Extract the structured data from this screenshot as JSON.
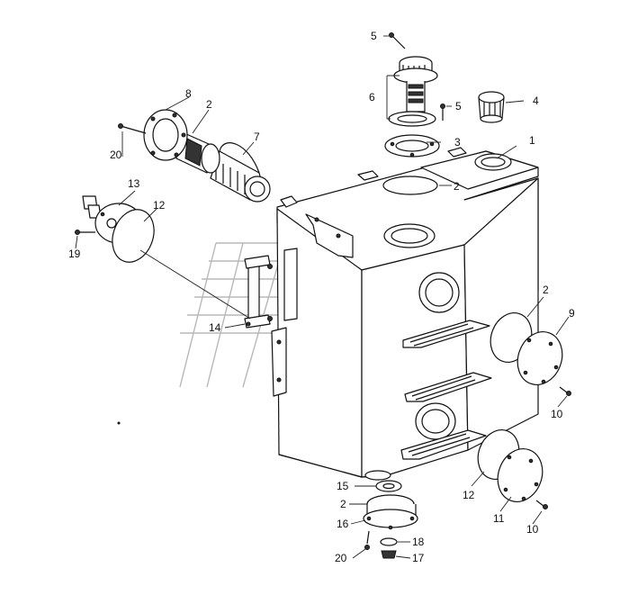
{
  "callouts": [
    {
      "id": "c-1",
      "text": "1"
    },
    {
      "id": "c-2a",
      "text": "2"
    },
    {
      "id": "c-2b",
      "text": "2"
    },
    {
      "id": "c-2c",
      "text": "2"
    },
    {
      "id": "c-2d",
      "text": "2"
    },
    {
      "id": "c-3",
      "text": "3"
    },
    {
      "id": "c-4",
      "text": "4"
    },
    {
      "id": "c-5a",
      "text": "5"
    },
    {
      "id": "c-5b",
      "text": "5"
    },
    {
      "id": "c-6",
      "text": "6"
    },
    {
      "id": "c-7",
      "text": "7"
    },
    {
      "id": "c-8",
      "text": "8"
    },
    {
      "id": "c-9",
      "text": "9"
    },
    {
      "id": "c-10a",
      "text": "10"
    },
    {
      "id": "c-10b",
      "text": "10"
    },
    {
      "id": "c-11",
      "text": "11"
    },
    {
      "id": "c-12a",
      "text": "12"
    },
    {
      "id": "c-12b",
      "text": "12"
    },
    {
      "id": "c-13",
      "text": "13"
    },
    {
      "id": "c-14",
      "text": "14"
    },
    {
      "id": "c-15",
      "text": "15"
    },
    {
      "id": "c-16",
      "text": "16"
    },
    {
      "id": "c-17",
      "text": "17"
    },
    {
      "id": "c-18",
      "text": "18"
    },
    {
      "id": "c-19",
      "text": "19"
    },
    {
      "id": "c-20a",
      "text": "20"
    },
    {
      "id": "c-20b",
      "text": "20"
    }
  ]
}
